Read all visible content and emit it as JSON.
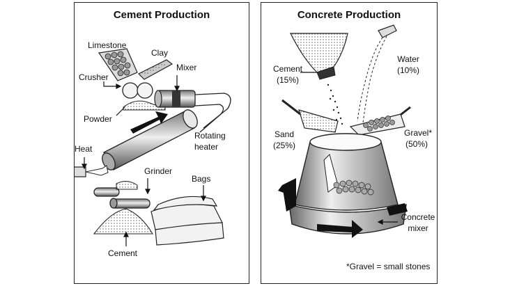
{
  "cement": {
    "title": "Cement Production",
    "labels": {
      "limestone": "Limestone",
      "clay": "Clay",
      "crusher": "Crusher",
      "mixer": "Mixer",
      "powder": "Powder",
      "rotating_heater_1": "Rotating",
      "rotating_heater_2": "heater",
      "heat": "Heat",
      "grinder": "Grinder",
      "bags": "Bags",
      "cement": "Cement"
    }
  },
  "concrete": {
    "title": "Concrete Production",
    "labels": {
      "cement_name": "Cement",
      "cement_pct": "(15%)",
      "water_name": "Water",
      "water_pct": "(10%)",
      "sand_name": "Sand",
      "sand_pct": "(25%)",
      "gravel_name": "Gravel*",
      "gravel_pct": "(50%)",
      "mixer_1": "Concrete",
      "mixer_2": "mixer",
      "footnote": "*Gravel = small stones"
    }
  }
}
